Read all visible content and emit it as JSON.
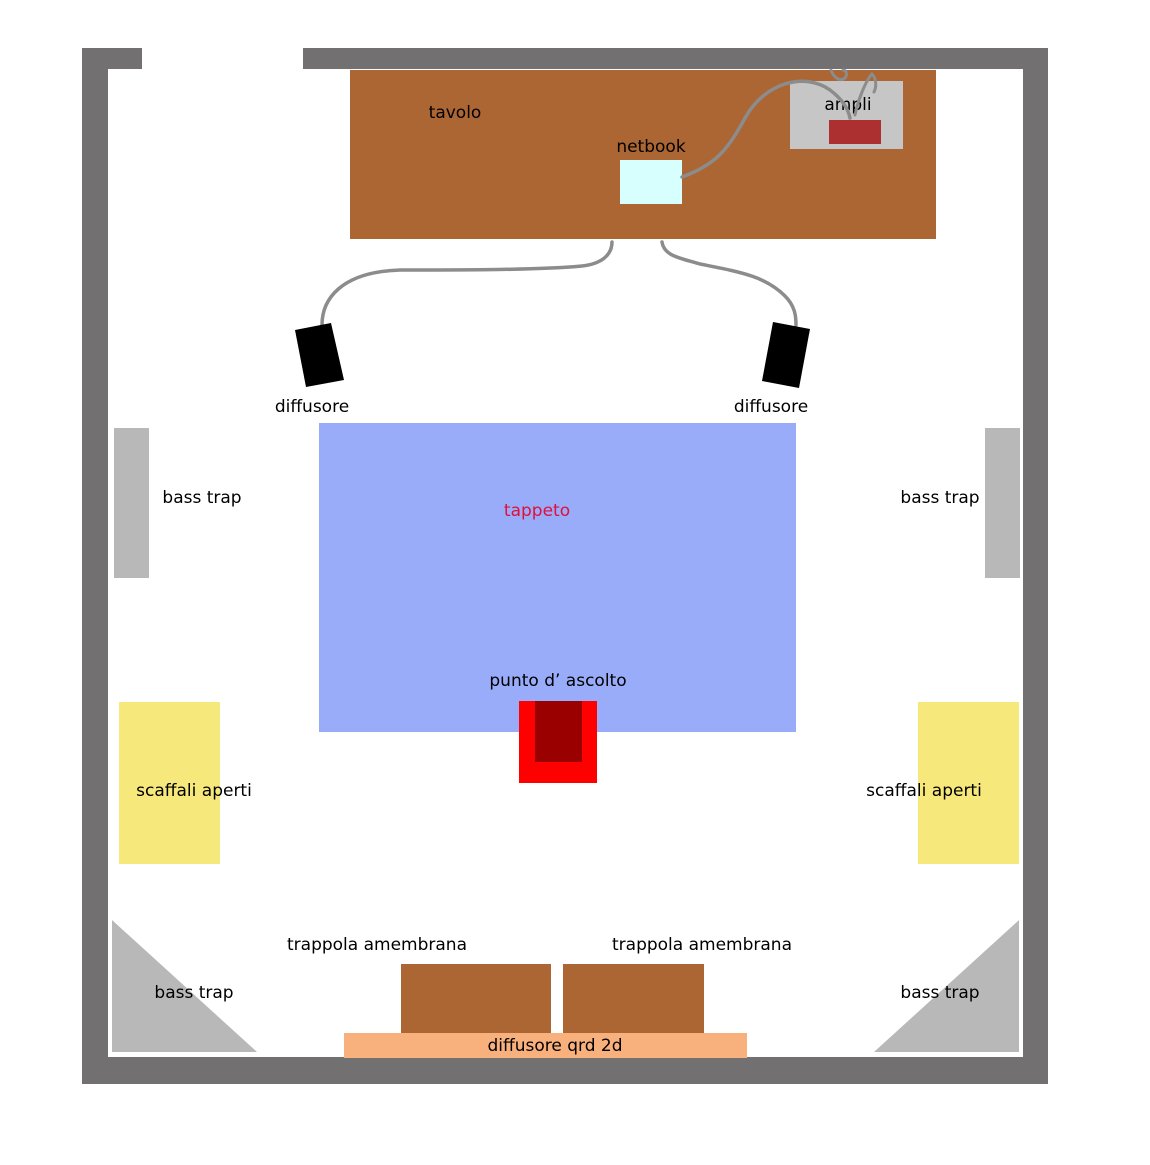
{
  "colors": {
    "wall": "#727070",
    "table": "#ac6634",
    "amp_body": "#c6c6c6",
    "amp_front": "#ad3030",
    "netbook": "#d6fffd",
    "cable": "#8c8c8c",
    "speaker": "#000000",
    "rug": "#98acfa",
    "rug_label": "#e0103a",
    "bass_trap": "#b8b8b8",
    "shelves": "#f7e87b",
    "seat_outer": "#ff0000",
    "seat_inner": "#9b0000",
    "membrane_trap": "#ac6634",
    "qrd": "#f8b07c"
  },
  "labels": {
    "table": "tavolo",
    "netbook": "netbook",
    "amp": "ampli",
    "speaker_left": "diffusore",
    "speaker_right": "diffusore",
    "bass_trap_left": "bass trap",
    "bass_trap_right": "bass trap",
    "rug": "tappeto",
    "listening_point": "punto d’ ascolto",
    "shelves_left": "scaffali aperti",
    "shelves_right": "scaffali aperti",
    "membrane_trap_left": "trappola amembrana",
    "membrane_trap_right": "trappola amembrana",
    "corner_trap_left": "bass trap",
    "corner_trap_right": "bass trap",
    "qrd": "diffusore qrd 2d"
  }
}
